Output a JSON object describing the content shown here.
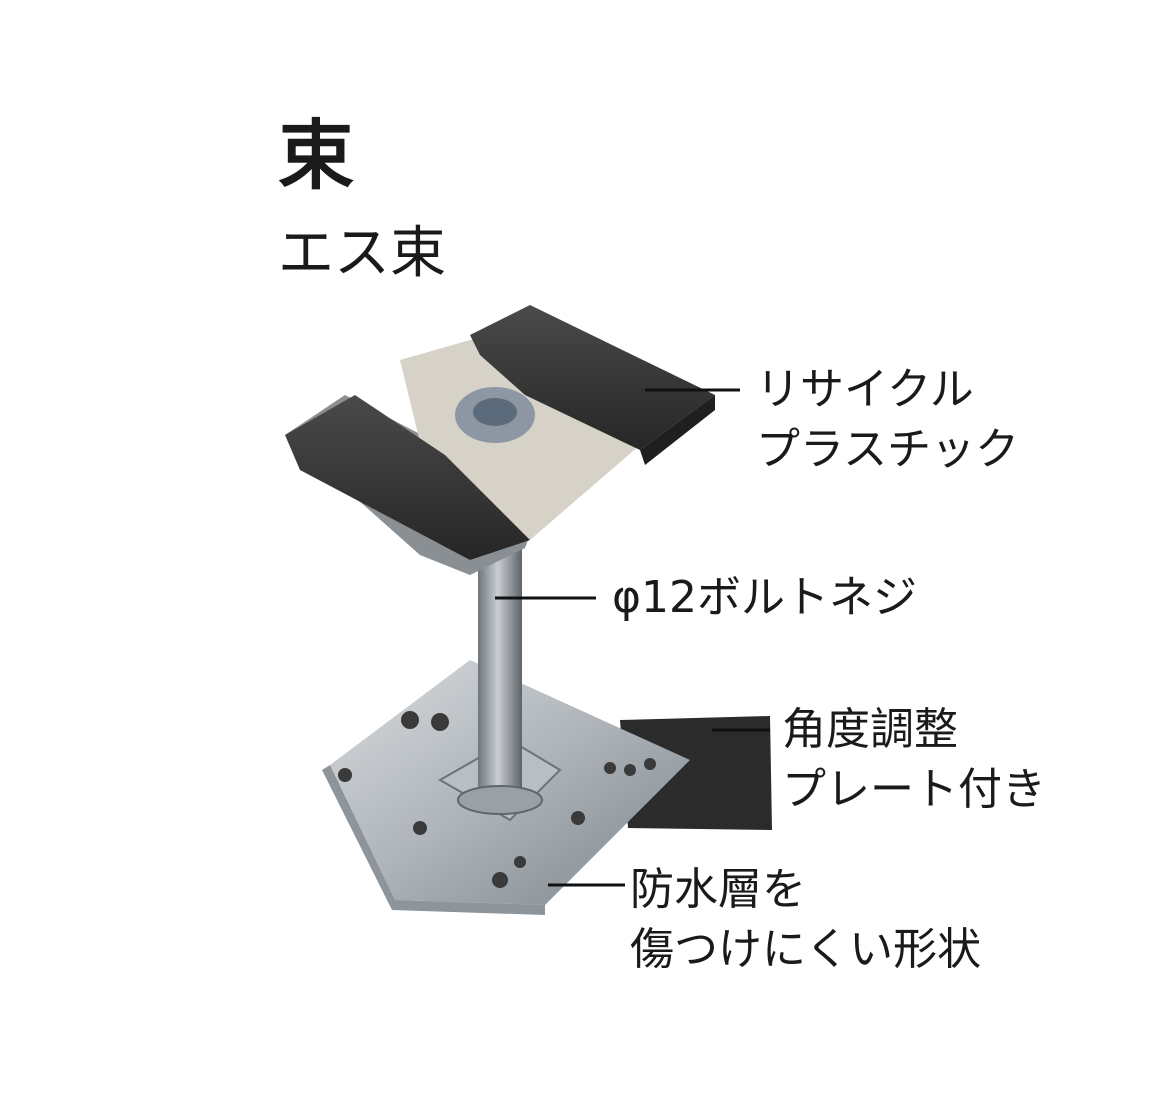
{
  "heading": {
    "title": "束",
    "subtitle": "エス束"
  },
  "callouts": [
    {
      "lines": [
        "リサイクル",
        "プラスチック"
      ]
    },
    {
      "lines": [
        "φ12ボルトネジ"
      ]
    },
    {
      "lines": [
        "角度調整",
        "プレート付き"
      ]
    },
    {
      "lines": [
        "防水層を",
        "傷つけにくい形状"
      ]
    }
  ]
}
